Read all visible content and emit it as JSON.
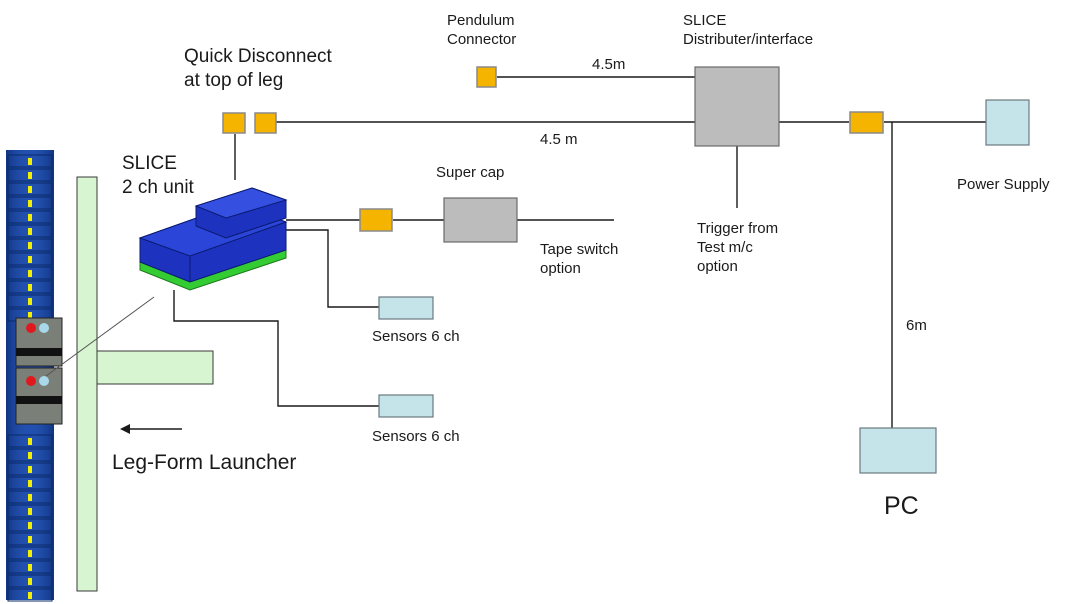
{
  "labels": {
    "pendulum": [
      "Pendulum",
      "Connector"
    ],
    "slice_dist": [
      "SLICE",
      "Distributer/interface"
    ],
    "quick_disconnect": [
      "Quick Disconnect",
      "at top of leg"
    ],
    "len_top": "4.5m",
    "len_main": "4.5 m",
    "slice_unit": [
      "SLICE",
      "2 ch unit"
    ],
    "super_cap": "Super cap",
    "tape_switch": [
      "Tape switch",
      "option"
    ],
    "trigger": [
      "Trigger from",
      "Test m/c",
      "option"
    ],
    "power_supply": "Power Supply",
    "len_pc": "6m",
    "sensors_a": "Sensors 6 ch",
    "sensors_b": "Sensors 6 ch",
    "launcher": "Leg-Form Launcher",
    "pc": "PC"
  },
  "colors": {
    "connector": "#f5b400",
    "distributor": "#bcbcbc",
    "super_cap": "#bcbcbc",
    "device": "#c4e4ea",
    "launcher": "#d6f5d0",
    "slice_unit": "#1d33c0",
    "slice_base": "#33cc33",
    "leg_blue": "#1b4aa8"
  },
  "icons": {
    "arrow": "left-arrow-icon"
  }
}
